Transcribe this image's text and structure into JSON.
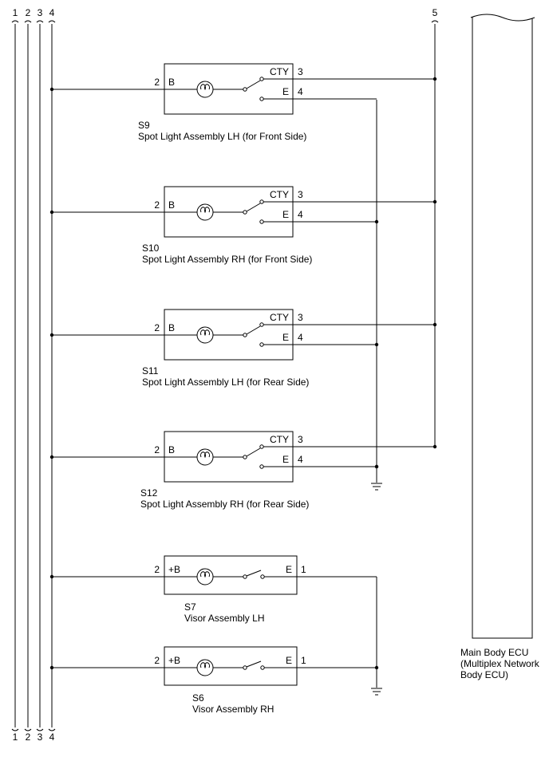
{
  "bus_labels": {
    "top": [
      "1",
      "2",
      "3",
      "4",
      "5"
    ],
    "bottom": [
      "1",
      "2",
      "3",
      "4"
    ]
  },
  "spot_lights": [
    {
      "code": "S9",
      "name": "Spot Light Assembly LH (for Front Side)",
      "pin_b_num": "2",
      "pin_b": "B",
      "pin_cty": "CTY",
      "pin_cty_num": "3",
      "pin_e": "E",
      "pin_e_num": "4"
    },
    {
      "code": "S10",
      "name": "Spot Light Assembly RH (for Front Side)",
      "pin_b_num": "2",
      "pin_b": "B",
      "pin_cty": "CTY",
      "pin_cty_num": "3",
      "pin_e": "E",
      "pin_e_num": "4"
    },
    {
      "code": "S11",
      "name": "Spot Light Assembly LH (for Rear Side)",
      "pin_b_num": "2",
      "pin_b": "B",
      "pin_cty": "CTY",
      "pin_cty_num": "3",
      "pin_e": "E",
      "pin_e_num": "4"
    },
    {
      "code": "S12",
      "name": "Spot Light Assembly RH (for Rear Side)",
      "pin_b_num": "2",
      "pin_b": "B",
      "pin_cty": "CTY",
      "pin_cty_num": "3",
      "pin_e": "E",
      "pin_e_num": "4"
    }
  ],
  "visors": [
    {
      "code": "S7",
      "name": "Visor Assembly LH",
      "pin_b_num": "2",
      "pin_b": "+B",
      "pin_e": "E",
      "pin_e_num": "1"
    },
    {
      "code": "S6",
      "name": "Visor Assembly RH",
      "pin_b_num": "2",
      "pin_b": "+B",
      "pin_e": "E",
      "pin_e_num": "1"
    }
  ],
  "ecu": {
    "line1": "Main Body ECU",
    "line2": "(Multiplex Network",
    "line3": "Body ECU)"
  }
}
